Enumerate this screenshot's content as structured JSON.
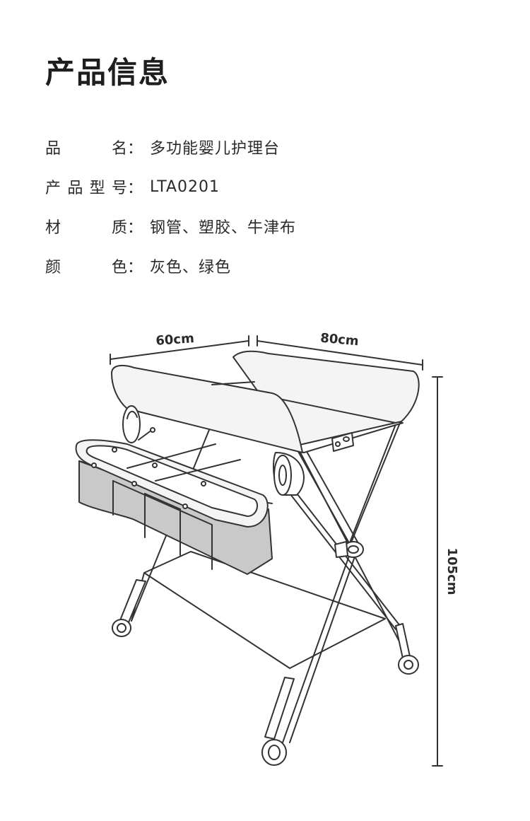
{
  "title": "产品信息",
  "specs": [
    {
      "label_chars": [
        "品",
        "名"
      ],
      "value": "多功能婴儿护理台"
    },
    {
      "label_chars": [
        "产",
        "品",
        "型",
        "号"
      ],
      "value": "LTA0201"
    },
    {
      "label_chars": [
        "材",
        "质"
      ],
      "value": "钢管、塑胶、牛津布"
    },
    {
      "label_chars": [
        "颜",
        "色"
      ],
      "value": "灰色、绿色"
    }
  ],
  "colon": "：",
  "dimensions": {
    "width": "60cm",
    "length": "80cm",
    "height": "105cm"
  },
  "colors": {
    "line": "#333333",
    "fabric": "#f4f4f4",
    "basket": "#c9c9c9"
  }
}
